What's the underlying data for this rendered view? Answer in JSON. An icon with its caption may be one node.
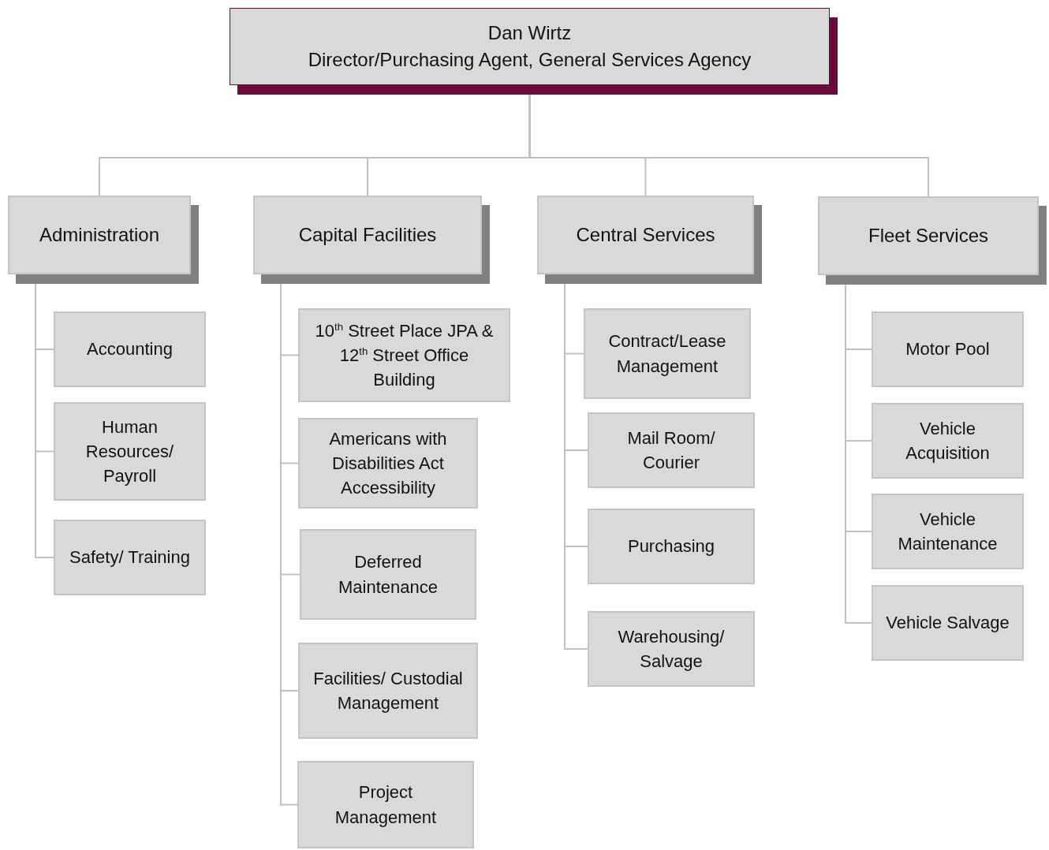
{
  "diagram": {
    "nodes": [
      {
        "text": [
          "Dan Wirtz",
          "Director/Purchasing Agent, General Services Agency"
        ]
      },
      {
        "text": [
          "Administration"
        ]
      },
      {
        "text": [
          "Capital Facilities"
        ]
      },
      {
        "text": [
          "Central Services"
        ]
      },
      {
        "text": [
          "Fleet Services"
        ]
      },
      {
        "text": [
          "Accounting"
        ]
      },
      {
        "text": [
          "Human Resources/ Payroll"
        ]
      },
      {
        "text": [
          "Safety/ Training"
        ]
      },
      {
        "text": [
          "10$^{th}$ Street Place JPA & 12$^{th}$ Street Office Building"
        ]
      },
      {
        "text": [
          "Americans with Disabilities Act Accessibility"
        ]
      },
      {
        "text": [
          "Deferred Maintenance"
        ]
      },
      {
        "text": [
          "Facilities/ Custodial Management"
        ]
      },
      {
        "text": [
          "Project Management"
        ]
      },
      {
        "text": [
          "Contract/Lease Management"
        ]
      },
      {
        "text": [
          "Mail Room/ Courier"
        ]
      },
      {
        "text": [
          "Purchasing"
        ]
      },
      {
        "text": [
          "Warehousing/ Salvage"
        ]
      },
      {
        "text": [
          "Motor Pool"
        ]
      },
      {
        "text": [
          "Vehicle Acquisition"
        ]
      },
      {
        "text": [
          "Vehicle Maintenance"
        ]
      },
      {
        "text": [
          "Vehicle Salvage"
        ]
      }
    ],
    "edges": [
      {
        "from": 0,
        "to": 1,
        "arrow": "none"
      },
      {
        "from": 0,
        "to": 2,
        "arrow": "none"
      },
      {
        "from": 0,
        "to": 3,
        "arrow": "none"
      },
      {
        "from": 0,
        "to": 4,
        "arrow": "none"
      },
      {
        "from": 1,
        "to": 5,
        "arrow": "none"
      },
      {
        "from": 1,
        "to": 6,
        "arrow": "none"
      },
      {
        "from": 1,
        "to": 7,
        "arrow": "none"
      },
      {
        "from": 2,
        "to": 8,
        "arrow": "none"
      },
      {
        "from": 2,
        "to": 9,
        "arrow": "none"
      },
      {
        "from": 2,
        "to": 10,
        "arrow": "none"
      },
      {
        "from": 2,
        "to": 11,
        "arrow": "none"
      },
      {
        "from": 2,
        "to": 12,
        "arrow": "none"
      },
      {
        "from": 3,
        "to": 13,
        "arrow": "none"
      },
      {
        "from": 3,
        "to": 14,
        "arrow": "none"
      },
      {
        "from": 3,
        "to": 15,
        "arrow": "none"
      },
      {
        "from": 3,
        "to": 16,
        "arrow": "none"
      },
      {
        "from": 4,
        "to": 17,
        "arrow": "none"
      },
      {
        "from": 4,
        "to": 18,
        "arrow": "none"
      },
      {
        "from": 4,
        "to": 19,
        "arrow": "none"
      },
      {
        "from": 4,
        "to": 20,
        "arrow": "none"
      }
    ]
  }
}
